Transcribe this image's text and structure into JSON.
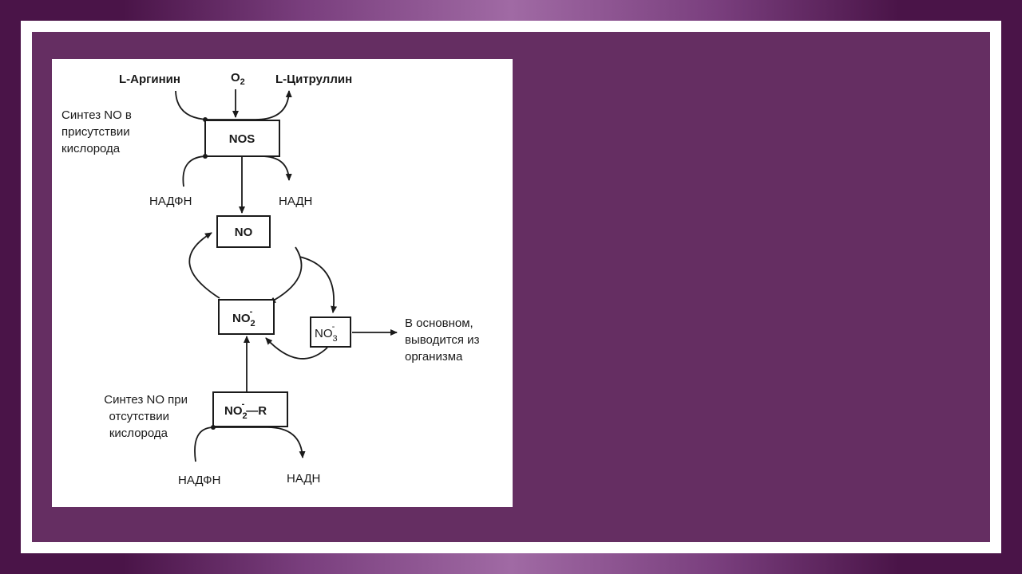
{
  "diagram": {
    "inputs": {
      "arginine": "L-Аргинин",
      "oxygen": "O",
      "oxygen_sub": "2",
      "citrulline": "L-Цитруллин"
    },
    "aerobic_label": [
      "Синтез NO в",
      "присутствии",
      "кислорода"
    ],
    "nos_box": "NOS",
    "nos_cofactors": {
      "nadph": "НАДФН",
      "nadh": "НАДН"
    },
    "no_box": "NO",
    "nitrite_box": {
      "text": "NO",
      "sub": "2",
      "sup": "-"
    },
    "nitrate_box": {
      "text": "NO",
      "sub": "3",
      "sup": "-"
    },
    "excretion_label": [
      "В основном,",
      "выводится из",
      "организма"
    ],
    "anaerobic_label": [
      "Синтез NO при",
      "отсутствии",
      "кислорода"
    ],
    "nitrite_r_box": {
      "text": "NO",
      "sub": "2",
      "sup": "-",
      "suffix": "—R"
    },
    "bottom_cofactors": {
      "nadph": "НАДФН",
      "nadh": "НАДН"
    }
  }
}
